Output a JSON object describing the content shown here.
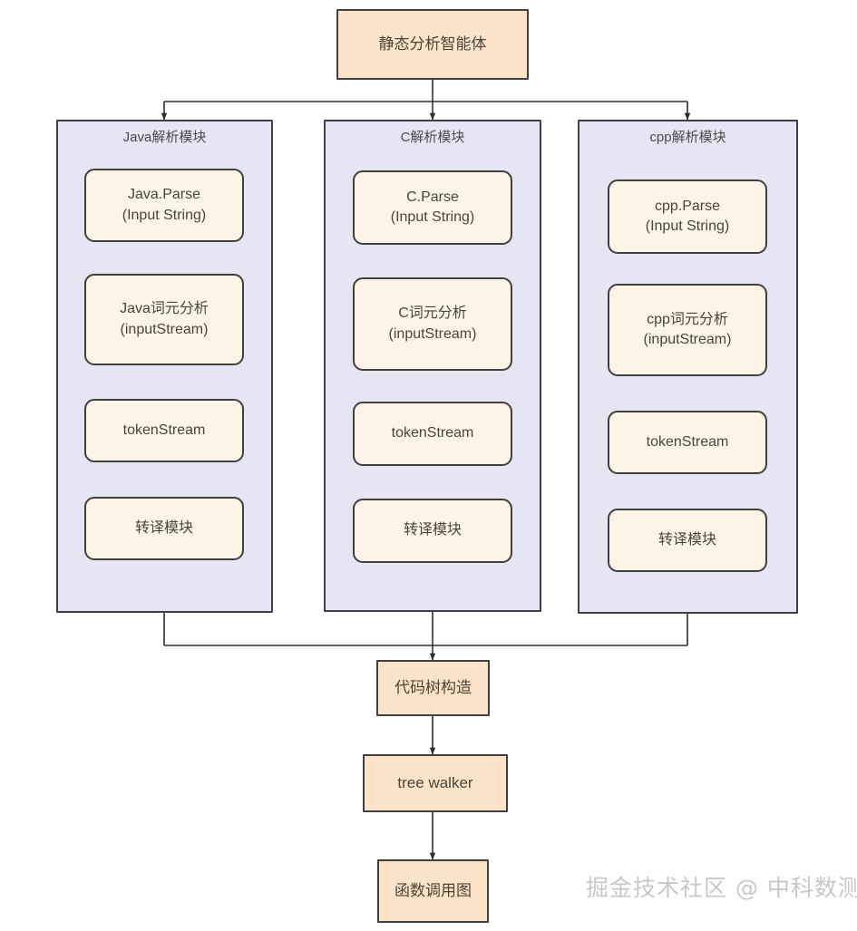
{
  "diagram": {
    "title_node": {
      "label": "静态分析智能体"
    },
    "columns": [
      {
        "title": "Java解析模块",
        "steps": [
          {
            "label": "Java.Parse\n(Input String)"
          },
          {
            "label": "Java词元分析\n(inputStream)"
          },
          {
            "label": "tokenStream"
          },
          {
            "label": "转译模块"
          }
        ]
      },
      {
        "title": "C解析模块",
        "steps": [
          {
            "label": "C.Parse\n(Input String)"
          },
          {
            "label": "C词元分析\n(inputStream)"
          },
          {
            "label": "tokenStream"
          },
          {
            "label": "转译模块"
          }
        ]
      },
      {
        "title": "cpp解析模块",
        "steps": [
          {
            "label": "cpp.Parse\n(Input String)"
          },
          {
            "label": "cpp词元分析\n(inputStream)"
          },
          {
            "label": "tokenStream"
          },
          {
            "label": "转译模块"
          }
        ]
      }
    ],
    "tail_nodes": [
      {
        "label": "代码树构造"
      },
      {
        "label": "tree walker"
      },
      {
        "label": "函数调用图"
      }
    ],
    "watermark": "掘金技术社区 @ 中科数测",
    "colors": {
      "node_fill": "#fae3c8",
      "node_fill_light": "#fdf4e7",
      "node_border": "#40403f",
      "group_fill": "#e5e5f4",
      "group_border": "#3f3f4a",
      "connector": "#2f2f2f",
      "text": "#4d4438",
      "watermark": "#c8c8c8",
      "background": "#ffffff"
    }
  }
}
